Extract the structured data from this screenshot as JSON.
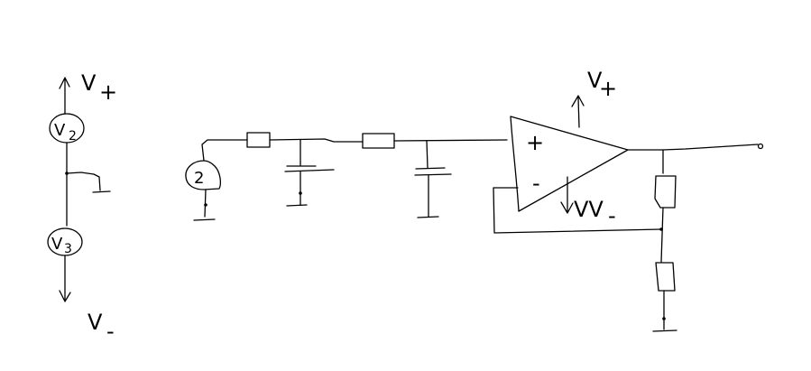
{
  "supply": {
    "vplus_top": {
      "label": "V",
      "sub": "+"
    },
    "v2": {
      "label": "V",
      "sub": "2"
    },
    "v3": {
      "label": "V",
      "sub": "3"
    },
    "vminus_bottom": {
      "label": "V",
      "sub": "-"
    }
  },
  "filter": {
    "source_label": "2",
    "opamp": {
      "plus": "+",
      "minus": "-"
    },
    "vplus_label": {
      "label": "V",
      "sub": "+"
    },
    "vminus_label": {
      "label": "VV",
      "sub": "-"
    }
  }
}
